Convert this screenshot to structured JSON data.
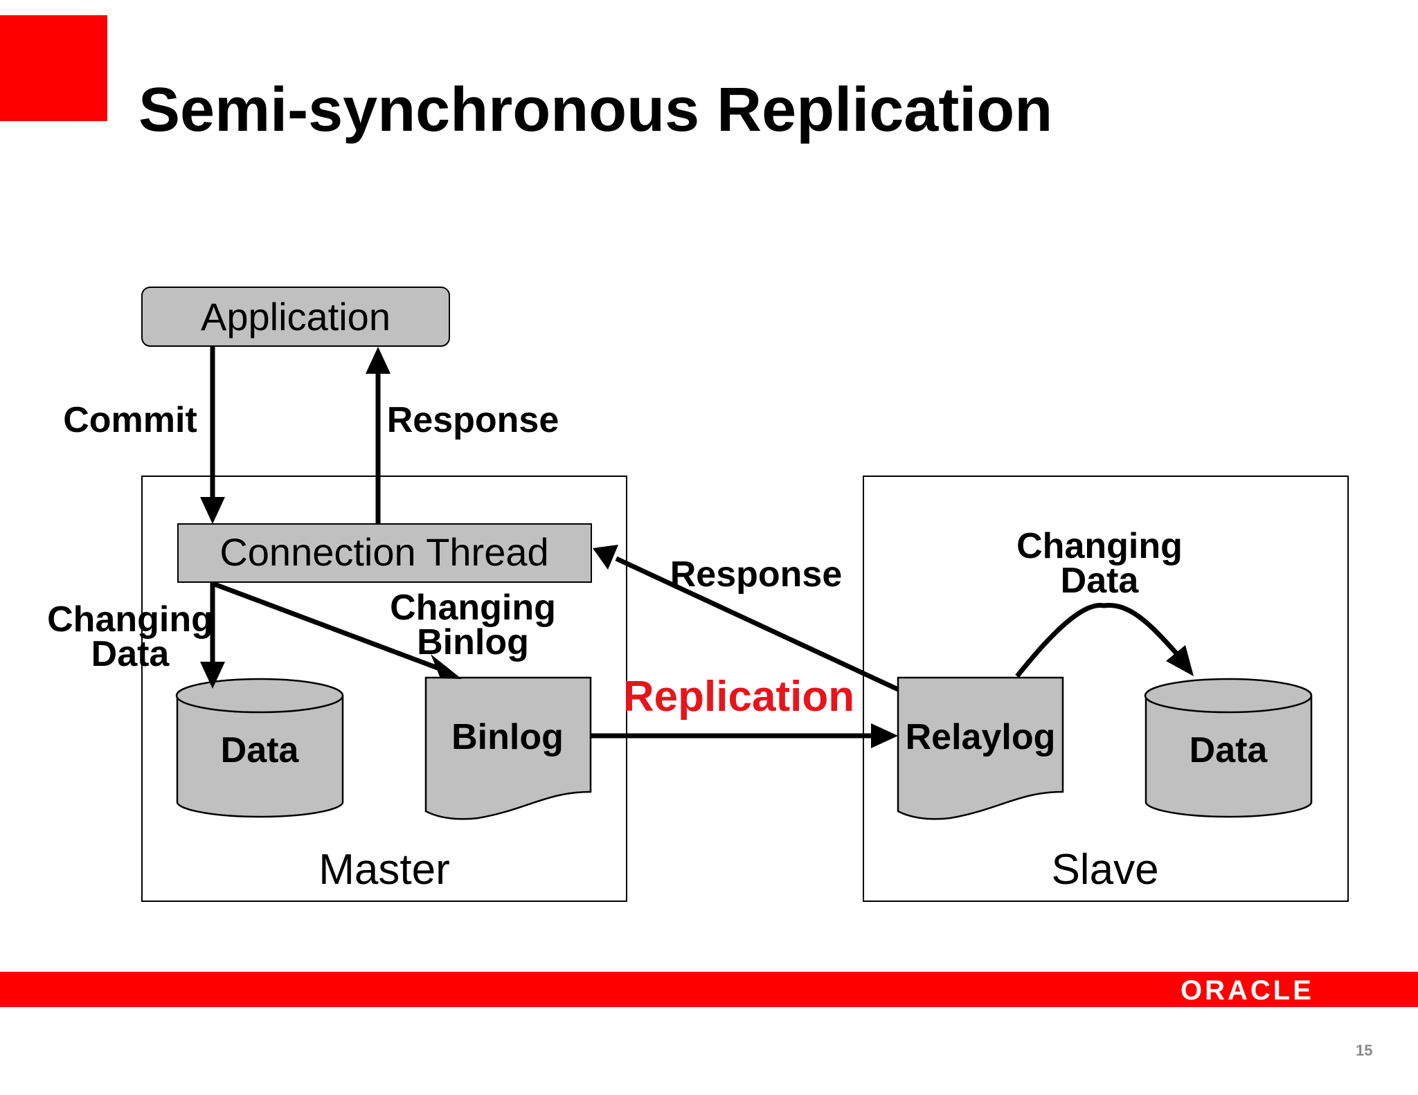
{
  "slide": {
    "title": "Semi-synchronous Replication",
    "page_number": "15",
    "brand": "ORACLE",
    "accent_color": "#ff0000"
  },
  "diagram": {
    "application": "Application",
    "connection_thread": "Connection Thread",
    "master": {
      "label": "Master",
      "data": "Data",
      "binlog": "Binlog"
    },
    "slave": {
      "label": "Slave",
      "relaylog": "Relaylog",
      "data": "Data"
    },
    "edges": {
      "commit": "Commit",
      "response_app": "Response",
      "response_slave": "Response",
      "changing_data_master_line1": "Changing",
      "changing_data_master_line2": "Data",
      "changing_binlog_line1": "Changing",
      "changing_binlog_line2": "Binlog",
      "replication": "Replication",
      "changing_data_slave_line1": "Changing",
      "changing_data_slave_line2": "Data"
    },
    "colors": {
      "node_fill": "#c0c0c0",
      "stroke": "#000000",
      "replication_label": "#e8141b"
    }
  }
}
